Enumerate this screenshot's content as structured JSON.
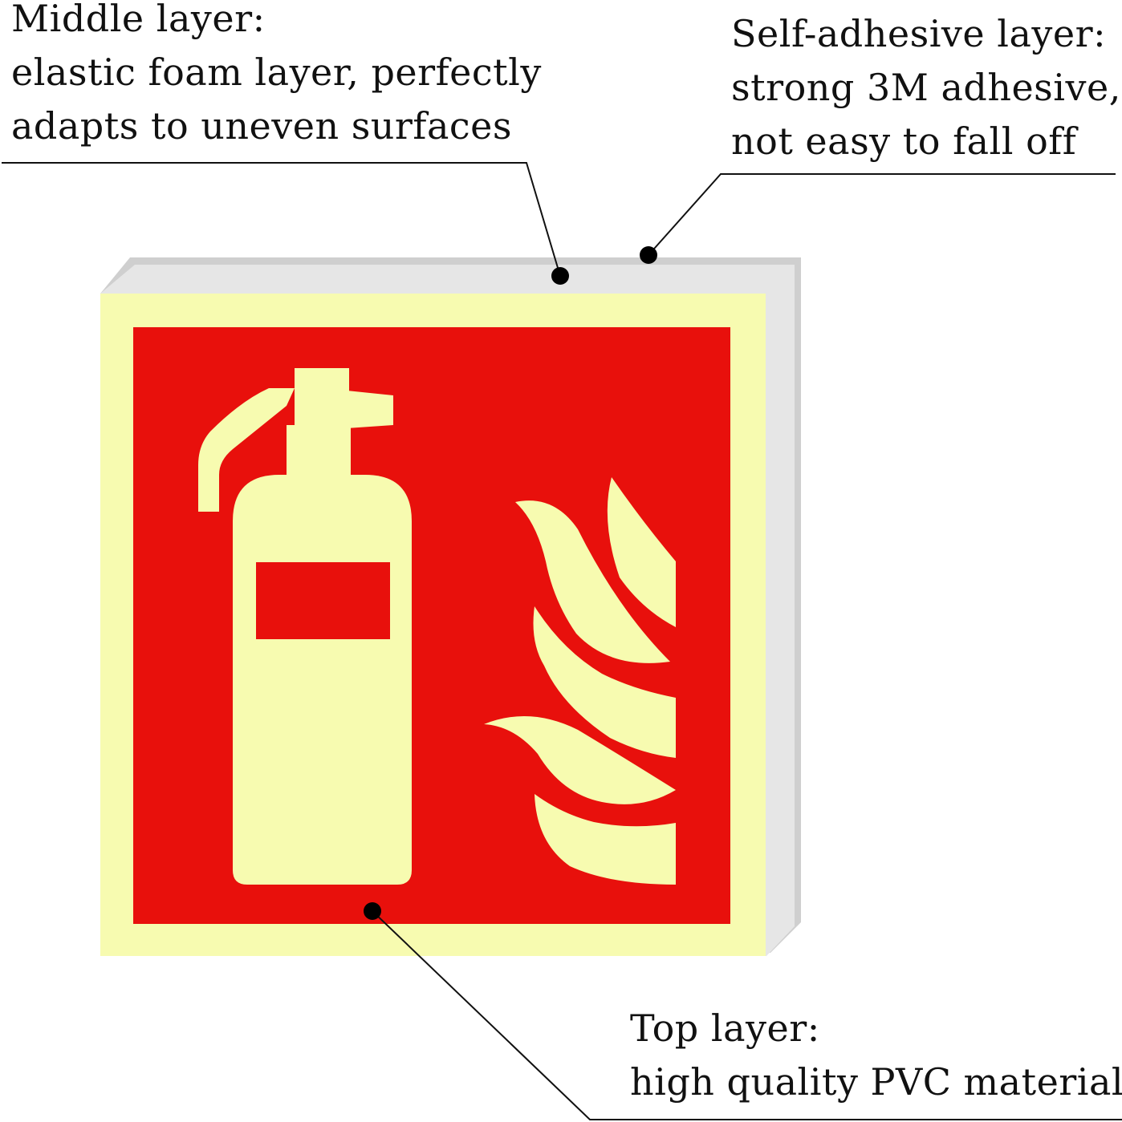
{
  "callouts": {
    "middle": {
      "heading": "Middle layer:",
      "line1": "elastic foam layer, perfectly",
      "line2": "adapts to uneven surfaces"
    },
    "adhesive": {
      "heading": "Self-adhesive layer:",
      "line1": "strong 3M adhesive,",
      "line2": "not easy to fall off"
    },
    "top": {
      "heading": "Top layer:",
      "line1": "high quality PVC material"
    }
  },
  "sign": {
    "icons": [
      "fire-extinguisher-icon",
      "flame-icon"
    ]
  },
  "colors": {
    "sign_red": "#e8100c",
    "glow_yellow": "#f7fbb0",
    "foam_gray": "#e4e4e4",
    "backing_gray": "#cfcfcf",
    "leader_line": "#111111"
  }
}
